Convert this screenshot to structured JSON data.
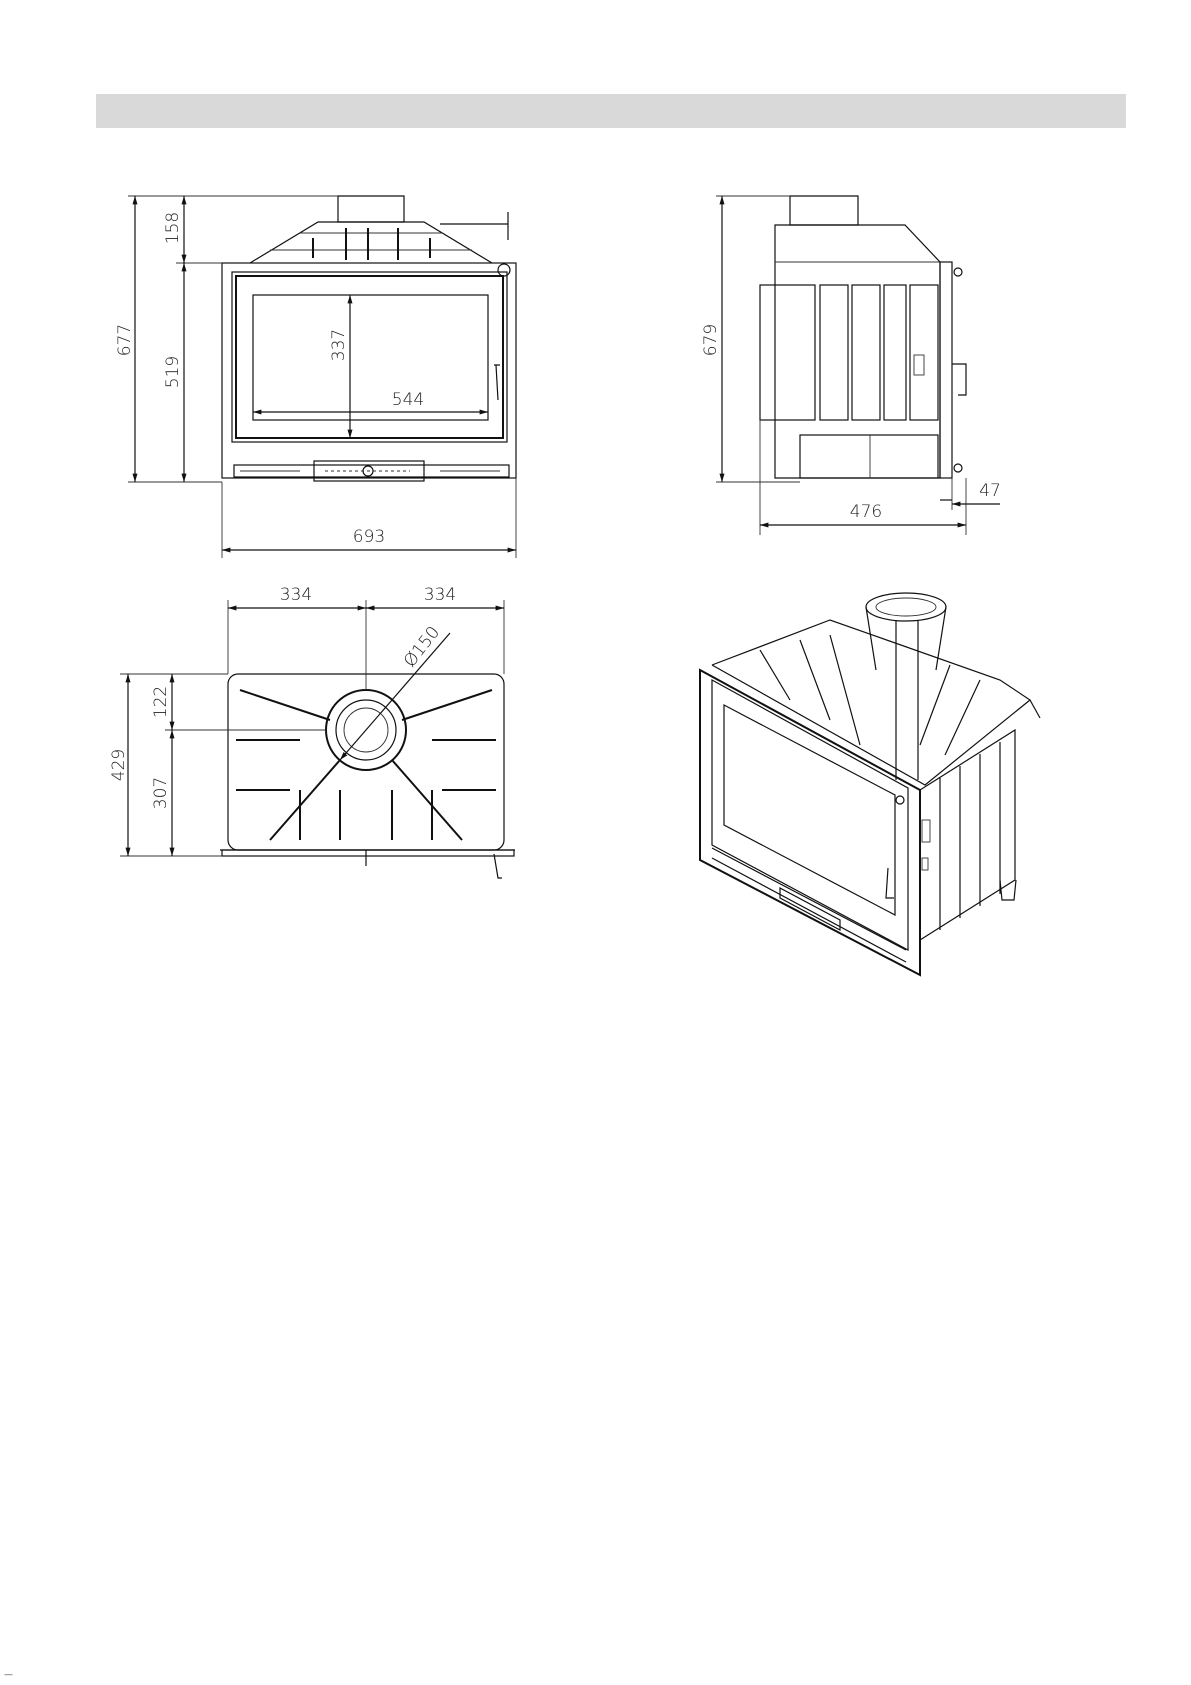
{
  "header": {
    "title": ""
  },
  "drawings": {
    "front_view": {
      "dims": {
        "overall_height": "677",
        "top_height": "158",
        "body_height": "519",
        "glass_height": "337",
        "glass_width": "544",
        "overall_width": "693"
      }
    },
    "side_view": {
      "dims": {
        "overall_height": "679",
        "depth": "476",
        "frame_offset": "47"
      }
    },
    "top_view": {
      "dims": {
        "half_width_left": "334",
        "half_width_right": "334",
        "flue_diameter": "Ø150",
        "overall_depth": "429",
        "front_to_flue": "122",
        "flue_to_back": "307"
      }
    },
    "isometric_view": {}
  },
  "footer": {
    "mark": "—"
  }
}
